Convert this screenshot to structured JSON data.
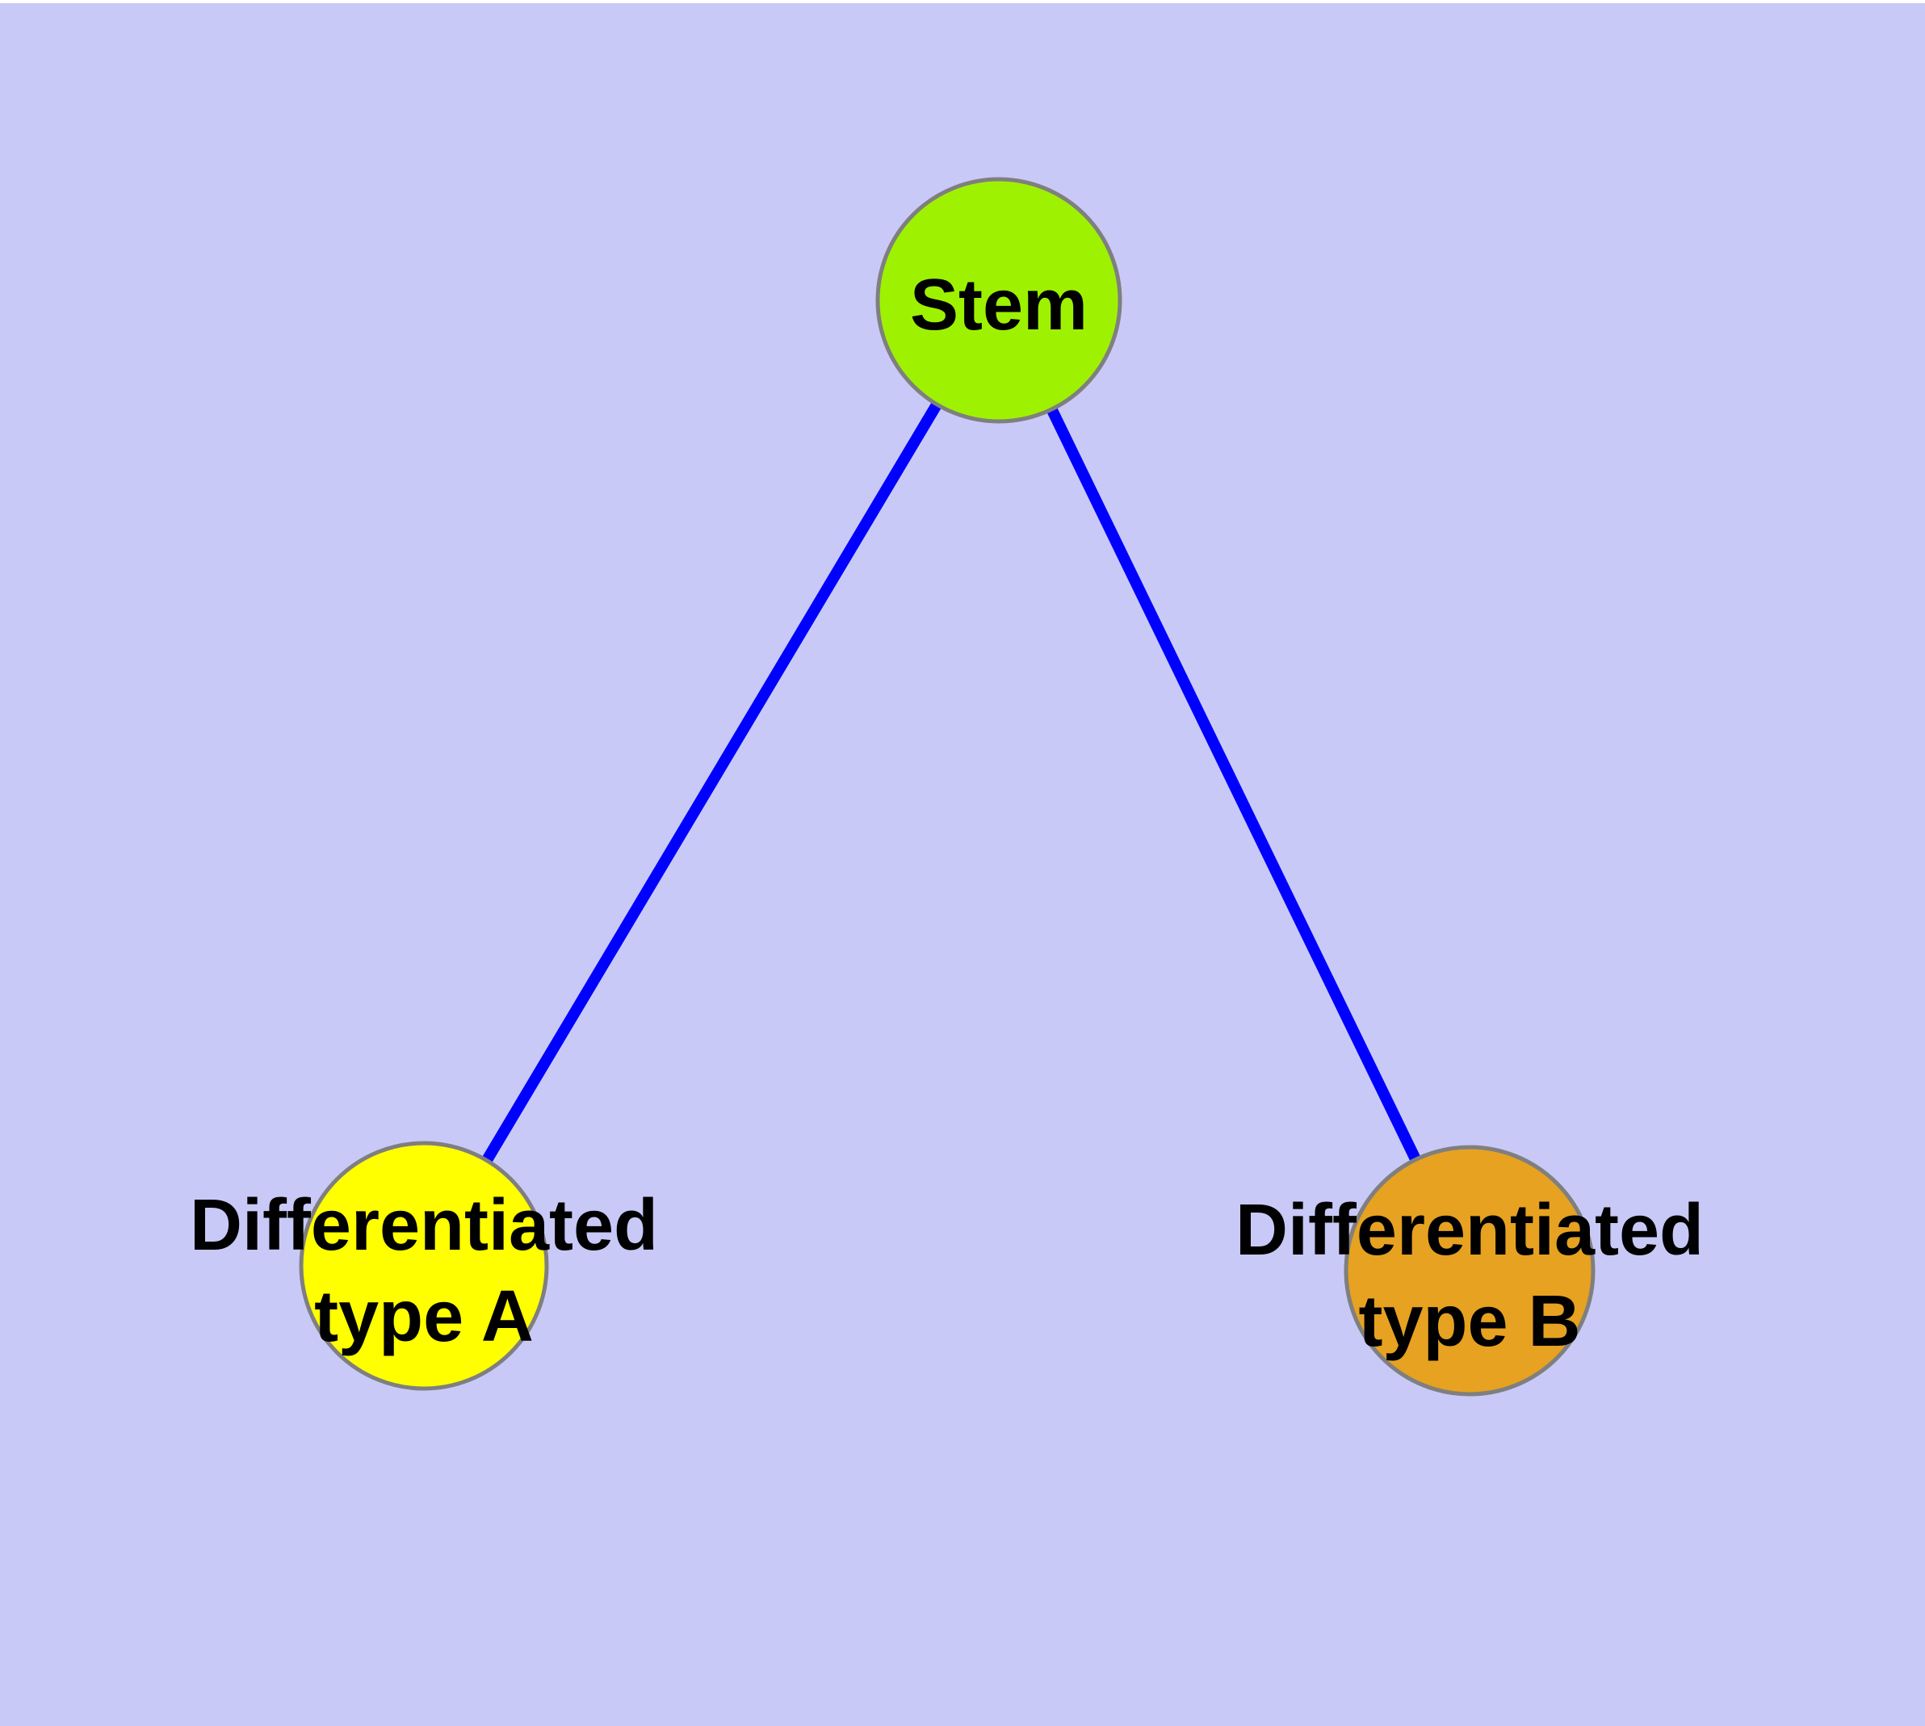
{
  "figure": {
    "description": "Graph diagram of a stem cell differentiating into two cell types",
    "background_color": "#C9C9F8",
    "top_margin_color": "#FFFFFF",
    "text_color": "#000000",
    "node_border_color": "#7F7F7F",
    "edge_color": "#0000FF",
    "nodes": [
      {
        "id": "stem",
        "label": "Stem",
        "fill_color": "#9EF201"
      },
      {
        "id": "differentiated-type-a",
        "label_line1": "Differentiated",
        "label_line2": "type A",
        "fill_color": "#FFFF00"
      },
      {
        "id": "differentiated-type-b",
        "label_line1": "Differentiated",
        "label_line2": "type B",
        "fill_color": "#E6A220"
      }
    ],
    "edges": [
      {
        "from": "stem",
        "to": "differentiated-type-a"
      },
      {
        "from": "stem",
        "to": "differentiated-type-b"
      }
    ]
  }
}
